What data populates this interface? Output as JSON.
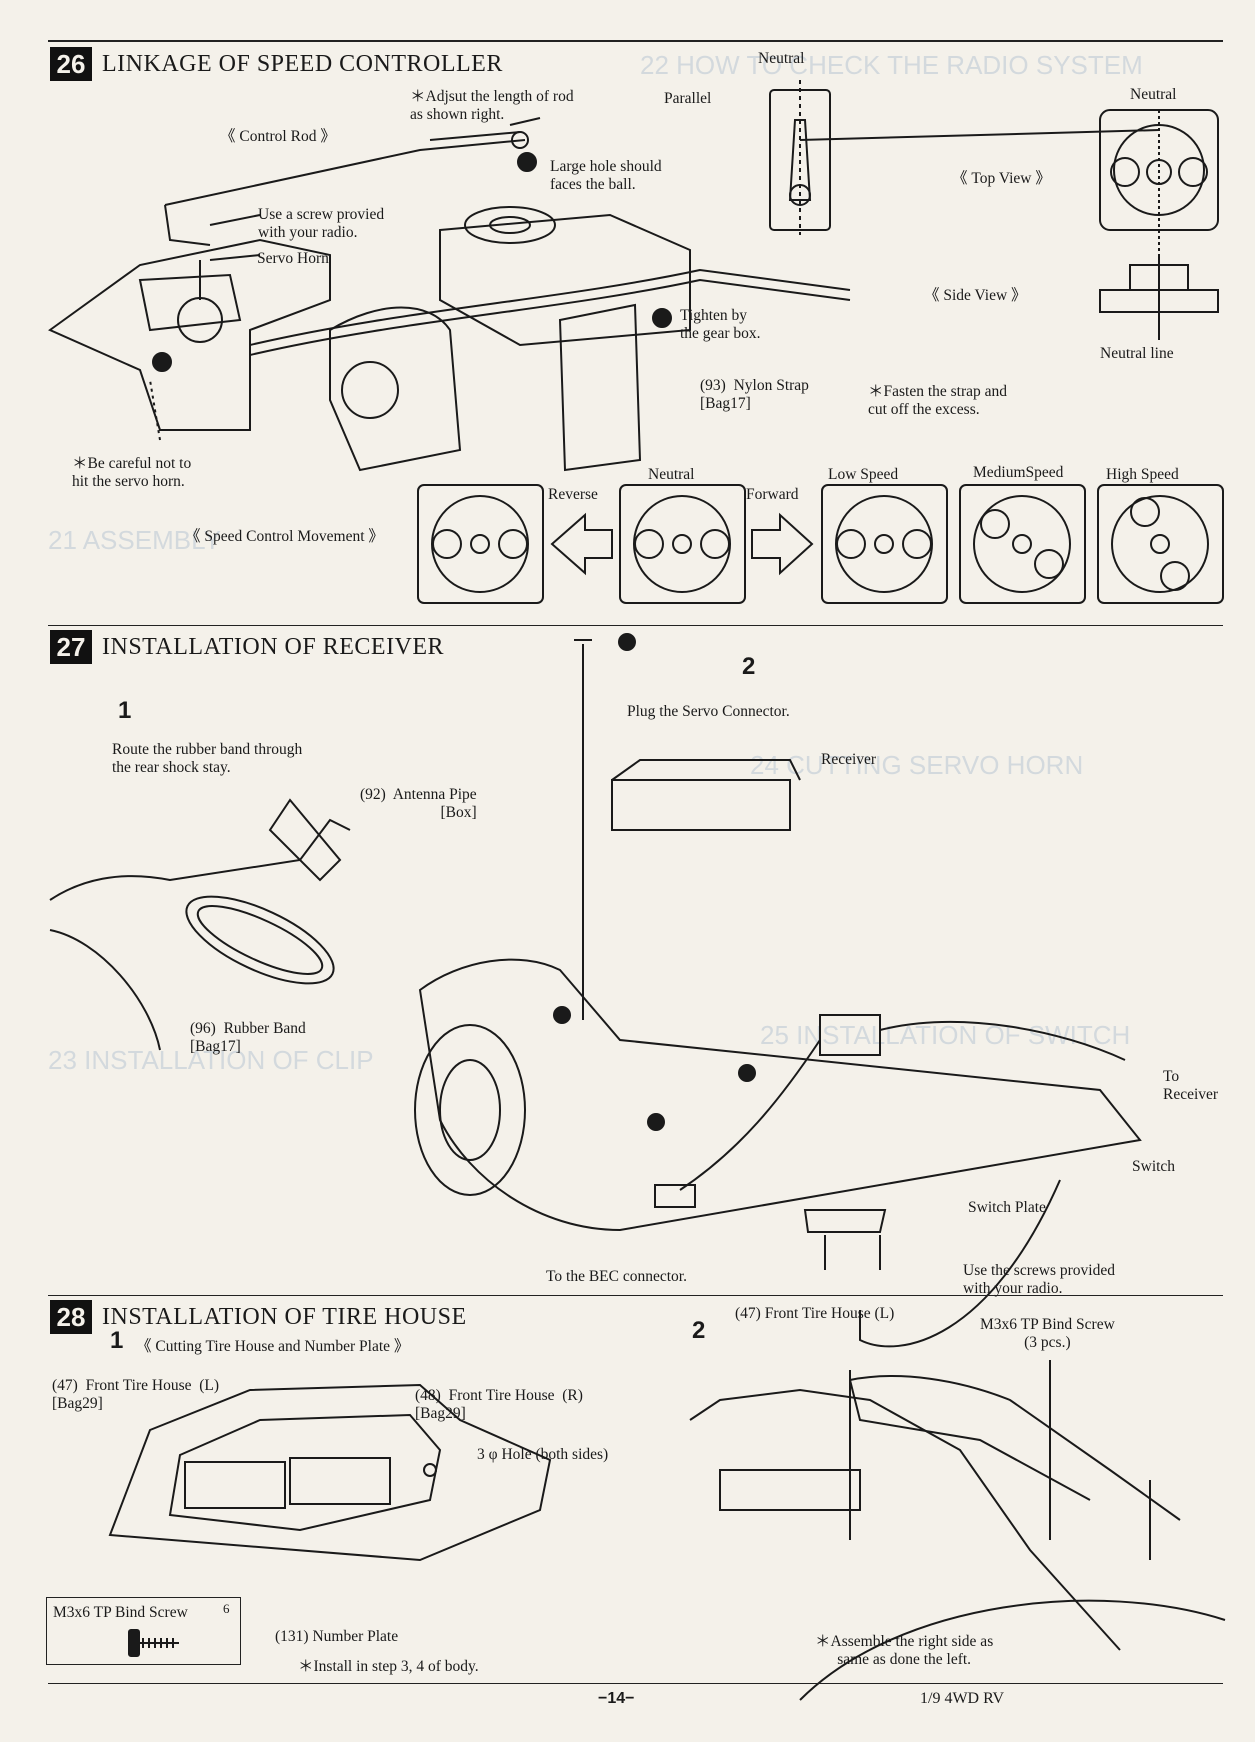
{
  "sec26": {
    "number": "26",
    "title": "LINKAGE OF SPEED CONTROLLER",
    "adjust_note": "＊Adjsut the length of rod\nas shown right.",
    "control_rod": "《 Control Rod 》",
    "large_hole": "Large hole should\nfaces the ball.",
    "use_screw": "Use a screw provied\nwith your radio.",
    "servo_horn": "Servo Horn",
    "tighten": "Tighten by\nthe gear box.",
    "nylon_strap": "(93)  Nylon Strap\n[Bag17]",
    "fasten_note": "＊Fasten the strap and\ncut off the excess.",
    "careful_note": "＊Be careful not to\nhit the servo horn.",
    "neutral_top": "Neutral",
    "parallel": "Parallel",
    "neutral_right": "Neutral",
    "top_view": "《 Top View 》",
    "side_view": "《 Side View 》",
    "neutral_line": "Neutral line",
    "speed_control_movement": "《 Speed Control Movement 》",
    "reverse": "Reverse",
    "forward": "Forward",
    "positions": [
      "Neutral",
      "Low Speed",
      "MediumSpeed",
      "High Speed"
    ]
  },
  "sec27": {
    "number": "27",
    "title": "INSTALLATION OF RECEIVER",
    "step1": "1",
    "step2": "2",
    "route_note": "Route the rubber band through\nthe rear shock stay.",
    "antenna_pipe": "(92)  Antenna Pipe\n[Box]",
    "rubber_band": "(96)  Rubber Band\n[Bag17]",
    "plug_servo": "Plug the Servo Connector.",
    "receiver": "Receiver",
    "to_receiver": "To\nReceiver",
    "switch": "Switch",
    "switch_plate": "Switch Plate",
    "use_screws": "Use the screws provided\nwith your radio.",
    "to_bec": "To the BEC connector."
  },
  "sec28": {
    "number": "28",
    "title": "INSTALLATION OF TIRE HOUSE",
    "step1": "1",
    "step1_caption": "《 Cutting Tire House and Number Plate 》",
    "step2": "2",
    "front_tire_l": "(47)  Front Tire House  (L)\n[Bag29]",
    "front_tire_r": "(48)  Front Tire House  (R)\n[Bag29]",
    "hole": "3 φ  Hole  (both sides)",
    "number_plate": "(131)  Number Plate",
    "install_note": "＊Install in step 3, 4 of body.",
    "screw_box_label": "M3x6 TP Bind Screw",
    "screw_box_count": "6",
    "front_tire_l2": "(47)  Front Tire House  (L)",
    "bind_screw": "M3x6 TP Bind Screw\n(3 pcs.)",
    "assemble_note": "＊Assemble the right side as\nsame as done the left."
  },
  "footer": {
    "page": "−14−",
    "model": "1/9  4WD RV"
  }
}
